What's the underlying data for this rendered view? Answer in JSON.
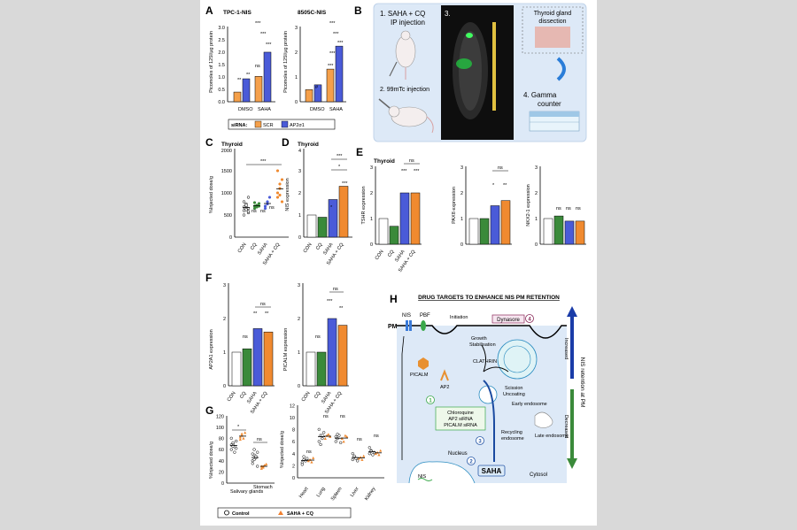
{
  "panels": {
    "A": {
      "letter": "A",
      "left_title": "TPC-1-NIS",
      "right_title": "8505C-NIS",
      "ylabel": "Picomoles of 125I/μg protein",
      "left_yticks": [
        "0.0",
        "0.5",
        "1.0",
        "1.5",
        "2.0",
        "2.5",
        "3.0"
      ],
      "right_yticks": [
        "0",
        "1",
        "2",
        "3"
      ],
      "xgroups": [
        "DMSO",
        "SAHA"
      ],
      "legend_label": "siRNA:",
      "legend_items": [
        "SCR",
        "AP2σ1"
      ],
      "left_values": [
        0.4,
        0.95,
        1.05,
        2.05
      ],
      "right_values": [
        0.5,
        0.7,
        1.35,
        2.3
      ],
      "left_sig": [
        "**",
        "**",
        "ns",
        "***",
        "***",
        "***"
      ],
      "right_sig": [
        "#",
        "***",
        "***",
        "***",
        "***",
        "***"
      ]
    },
    "B": {
      "letter": "B",
      "step1": "1.  SAHA + CQ",
      "step1b": "IP injection",
      "step2": "2.  99mTc injection",
      "step3": "3.",
      "step4": "4.  Gamma",
      "step4b": "counter",
      "dissection": "Thyroid gland",
      "dissection_b": "dissection"
    },
    "C": {
      "letter": "C",
      "title": "Thyroid",
      "ylabel": "%Injected dose/g",
      "yticks": [
        "0",
        "500",
        "1000",
        "1500",
        "2000"
      ],
      "categories": [
        "CON",
        "CQ",
        "SAHA",
        "SAHA + CQ"
      ],
      "sig": [
        "ns",
        "ns",
        "ns",
        "***"
      ]
    },
    "D": {
      "letter": "D",
      "title": "Thyroid",
      "ylabel": "NIS expression",
      "yticks": [
        "0",
        "1",
        "2",
        "3",
        "4"
      ],
      "categories": [
        "CON",
        "CQ",
        "SAHA",
        "SAHA + CQ"
      ],
      "sig": [
        "*",
        "***",
        "*",
        "***"
      ]
    },
    "E": {
      "letter": "E",
      "title": "Thyroid",
      "ylabels": [
        "TSHR expression",
        "PAX8 expression",
        "NKX2-1 expression"
      ],
      "yticks": [
        "0",
        "1",
        "2",
        "3"
      ],
      "categories": [
        "CON",
        "CQ",
        "SAHA",
        "SAHA + CQ"
      ],
      "sig1": [
        "ns",
        "***",
        "***"
      ],
      "sig2": [
        "ns",
        "*",
        "**"
      ],
      "sig3": [
        "ns",
        "ns",
        "ns"
      ]
    },
    "F": {
      "letter": "F",
      "ylabels": [
        "AP2A1 expression",
        "PICALM expression"
      ],
      "left_yticks": [
        "0",
        "1",
        "2",
        "3"
      ],
      "right_yticks": [
        "0",
        "1",
        "2",
        "3"
      ],
      "categories": [
        "CON",
        "CQ",
        "SAHA",
        "SAHA + CQ"
      ],
      "sig1": [
        "ns",
        "ns",
        "**",
        "**"
      ],
      "sig2": [
        "ns",
        "ns",
        "***",
        "**"
      ]
    },
    "G": {
      "letter": "G",
      "ylabel": "%Injected dose/g",
      "left_yticks": [
        "0",
        "20",
        "40",
        "60",
        "80",
        "100",
        "120"
      ],
      "right_yticks": [
        "0",
        "2",
        "4",
        "6",
        "8",
        "10",
        "12"
      ],
      "left_categories": [
        "Salivary glands",
        "Stomach"
      ],
      "right_categories": [
        "Heart",
        "Lung",
        "Spleen",
        "Liver",
        "Kidney"
      ],
      "left_sig": [
        "*",
        "ns"
      ],
      "right_sig": [
        "ns",
        "ns",
        "ns",
        "ns",
        "ns"
      ],
      "legend": [
        "Control",
        "SAHA + CQ"
      ]
    },
    "H": {
      "letter": "H",
      "title": "DRUG TARGETS TO ENHANCE NIS PM RETENTION",
      "pm": "PM",
      "nis": "NIS",
      "pbf": "PBF",
      "initiation": "Initiation",
      "growth": "Growth",
      "stabilisation": "Stabilisation",
      "clathrin": "CLATHRIN",
      "dynasore": "Dynasore",
      "n1": "1",
      "n2": "2",
      "n3": "3",
      "n4": "4",
      "picalm": "PICALM",
      "ap2": "AP2",
      "scission": "Scission",
      "uncoating": "Uncoating",
      "drugs": [
        "Chloroquine",
        "AP2 siRNA",
        "PICALM siRNA"
      ],
      "early": "Early endosome",
      "late": "Late endosome",
      "recycling": "Recycling",
      "recycling_b": "endosome",
      "nucleus": "Nucleus",
      "nis2": "NIS",
      "saha": "SAHA",
      "cytosol": "Cytosol",
      "side_increased": "Increased",
      "side_main": "NIS retention at PM",
      "side_decreased": "Decreased"
    }
  }
}
